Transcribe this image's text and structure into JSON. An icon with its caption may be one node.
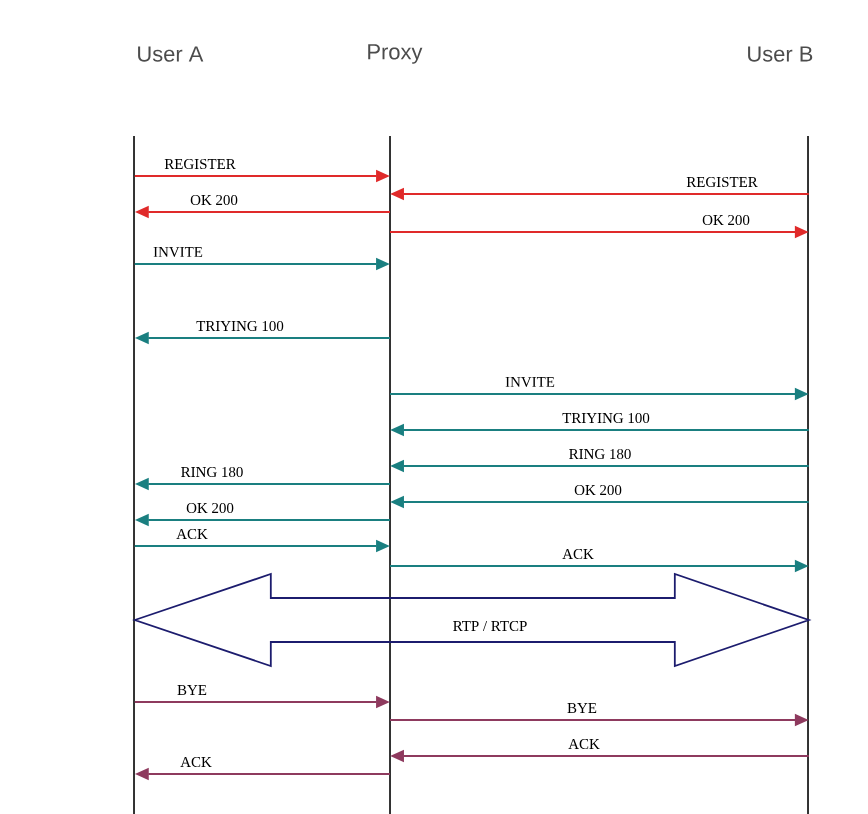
{
  "diagram": {
    "nodes": [
      {
        "text": [
          "User A"
        ]
      },
      {
        "text": [
          "Proxy"
        ]
      },
      {
        "text": [
          "User B"
        ]
      }
    ],
    "edges": [
      {
        "from": 0,
        "to": 1,
        "arrow": "to",
        "label": "REGISTER",
        "color": "#e02a2a"
      },
      {
        "from": 2,
        "to": 1,
        "arrow": "to",
        "label": "REGISTER",
        "color": "#e02a2a"
      },
      {
        "from": 1,
        "to": 0,
        "arrow": "to",
        "label": "OK 200",
        "color": "#e02a2a"
      },
      {
        "from": 1,
        "to": 2,
        "arrow": "to",
        "label": "OK 200",
        "color": "#e02a2a"
      },
      {
        "from": 0,
        "to": 1,
        "arrow": "to",
        "label": "INVITE"
      },
      {
        "from": 1,
        "to": 0,
        "arrow": "to",
        "label": "TRIYING  100"
      },
      {
        "from": 1,
        "to": 2,
        "arrow": "to",
        "label": "INVITE"
      },
      {
        "from": 2,
        "to": 1,
        "arrow": "to",
        "label": "TRIYING  100"
      },
      {
        "from": 2,
        "to": 1,
        "arrow": "to",
        "label": "RING  180"
      },
      {
        "from": 1,
        "to": 0,
        "arrow": "to",
        "label": "RING  180"
      },
      {
        "from": 2,
        "to": 1,
        "arrow": "to",
        "label": "OK 200"
      },
      {
        "from": 1,
        "to": 0,
        "arrow": "to",
        "label": "OK 200"
      },
      {
        "from": 0,
        "to": 1,
        "arrow": "to",
        "label": "ACK"
      },
      {
        "from": 1,
        "to": 2,
        "arrow": "to",
        "label": "ACK"
      },
      {
        "from": 0,
        "to": 2,
        "arrow": "both",
        "label": "RTP / RTCP",
        "color": "#1c1c6e"
      },
      {
        "from": 0,
        "to": 1,
        "arrow": "to",
        "label": "BYE",
        "color": "#8e3a5e"
      },
      {
        "from": 1,
        "to": 2,
        "arrow": "to",
        "label": "BYE",
        "color": "#8e3a5e"
      },
      {
        "from": 2,
        "to": 1,
        "arrow": "to",
        "label": "ACK",
        "color": "#8e3a5e"
      },
      {
        "from": 1,
        "to": 0,
        "arrow": "to",
        "label": "ACK",
        "color": "#8e3a5e"
      }
    ]
  }
}
